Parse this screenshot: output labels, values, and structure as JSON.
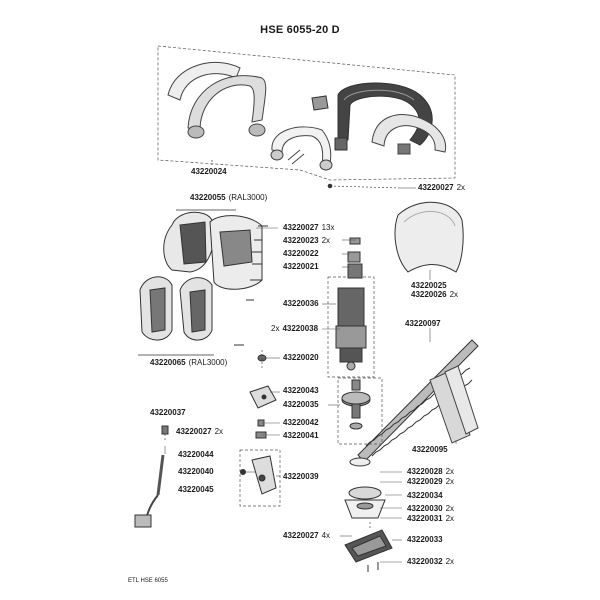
{
  "diagram": {
    "title": "HSE 6055-20 D",
    "footer": "ETL HSE 6055"
  },
  "parts": {
    "p43220024": {
      "number": "43220024"
    },
    "p43220027a": {
      "number": "43220027",
      "qty": "2x"
    },
    "p43220055": {
      "number": "43220055",
      "note": "(RAL3000)"
    },
    "p43220027b": {
      "number": "43220027",
      "qty": "13x"
    },
    "p43220023": {
      "number": "43220023",
      "qty": "2x"
    },
    "p43220022": {
      "number": "43220022"
    },
    "p43220021": {
      "number": "43220021"
    },
    "p43220025": {
      "number": "43220025"
    },
    "p43220026": {
      "number": "43220026",
      "qty": "2x"
    },
    "p43220036": {
      "number": "43220036"
    },
    "p43220038": {
      "number": "43220038",
      "qty": "2x"
    },
    "p43220097": {
      "number": "43220097"
    },
    "p43220065": {
      "number": "43220065",
      "note": "(RAL3000)"
    },
    "p43220020": {
      "number": "43220020"
    },
    "p43220043": {
      "number": "43220043"
    },
    "p43220035": {
      "number": "43220035"
    },
    "p43220037": {
      "number": "43220037"
    },
    "p43220027c": {
      "number": "43220027",
      "qty": "2x"
    },
    "p43220042": {
      "number": "43220042"
    },
    "p43220041": {
      "number": "43220041"
    },
    "p43220095": {
      "number": "43220095"
    },
    "p43220044": {
      "number": "43220044"
    },
    "p43220040": {
      "number": "43220040"
    },
    "p43220039": {
      "number": "43220039"
    },
    "p43220028": {
      "number": "43220028",
      "qty": "2x"
    },
    "p43220029": {
      "number": "43220029",
      "qty": "2x"
    },
    "p43220045": {
      "number": "43220045"
    },
    "p43220034": {
      "number": "43220034"
    },
    "p43220030": {
      "number": "43220030",
      "qty": "2x"
    },
    "p43220031": {
      "number": "43220031",
      "qty": "2x"
    },
    "p43220027d": {
      "number": "43220027",
      "qty": "4x"
    },
    "p43220033": {
      "number": "43220033"
    },
    "p43220032": {
      "number": "43220032",
      "qty": "2x"
    }
  }
}
